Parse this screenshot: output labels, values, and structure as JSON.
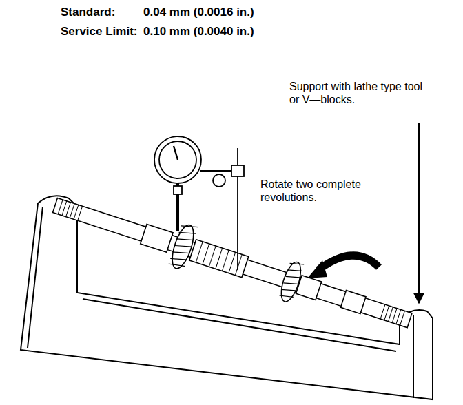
{
  "diagram": {
    "labels": [
      "Standard:",
      "0.04 mm (0.0016 in.)",
      "Service Limit:",
      "0.10 mm (0.0040 in.)",
      "Support with lathe type tool or V—blocks.",
      "Rotate two complete revolutions."
    ]
  }
}
